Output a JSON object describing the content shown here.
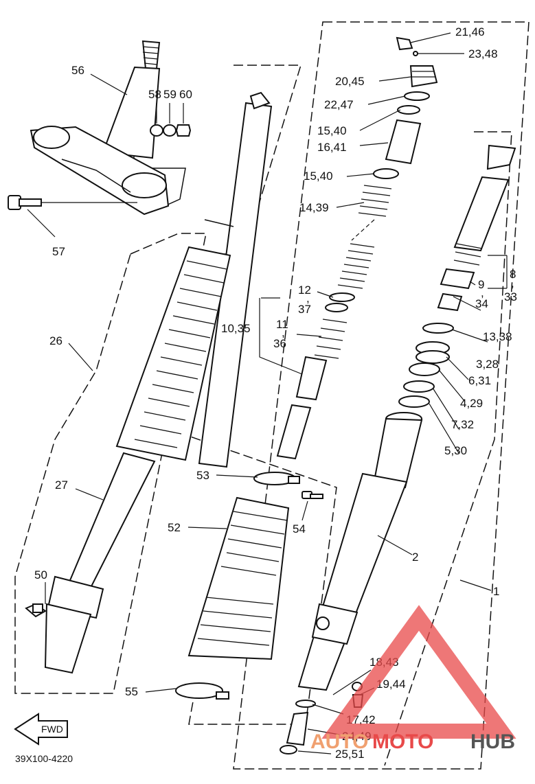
{
  "diagram_code": "39X100-4220",
  "fwd_label": "FWD",
  "watermark": {
    "text_a": "AUTO",
    "text_b": "MOTO",
    "text_c": "HUB",
    "color_orange": "#f0a070",
    "color_red": "#e84a4a",
    "color_dark": "#555555"
  },
  "callouts": {
    "c1": "1",
    "c2": "2",
    "c3_28": "3,28",
    "c4_29": "4,29",
    "c5_30": "5,30",
    "c6_31": "6,31",
    "c7_32": "7,32",
    "c8": "8",
    "c8_comma": ",",
    "c33": "33",
    "c9": "9",
    "c9_comma": ",",
    "c34": "34",
    "c10_35": "10,35",
    "c11": "11",
    "c11_comma": ",",
    "c36": "36",
    "c12": "12",
    "c12_comma": ",",
    "c37": "37",
    "c13_38": "13,38",
    "c14_39": "14,39",
    "c15_40_a": "15,40",
    "c15_40_b": "15,40",
    "c16_41": "16,41",
    "c17_42": "17,42",
    "c18_43": "18,43",
    "c19_44": "19,44",
    "c20_45": "20,45",
    "c21_46": "21,46",
    "c22_47": "22,47",
    "c23_48": "23,48",
    "c24_49": "24,49",
    "c25_51": "25,51",
    "c26": "26",
    "c27": "27",
    "c50": "50",
    "c52": "52",
    "c53": "53",
    "c54": "54",
    "c55": "55",
    "c56": "56",
    "c57": "57",
    "c58": "58",
    "c59": "59",
    "c60": "60"
  }
}
